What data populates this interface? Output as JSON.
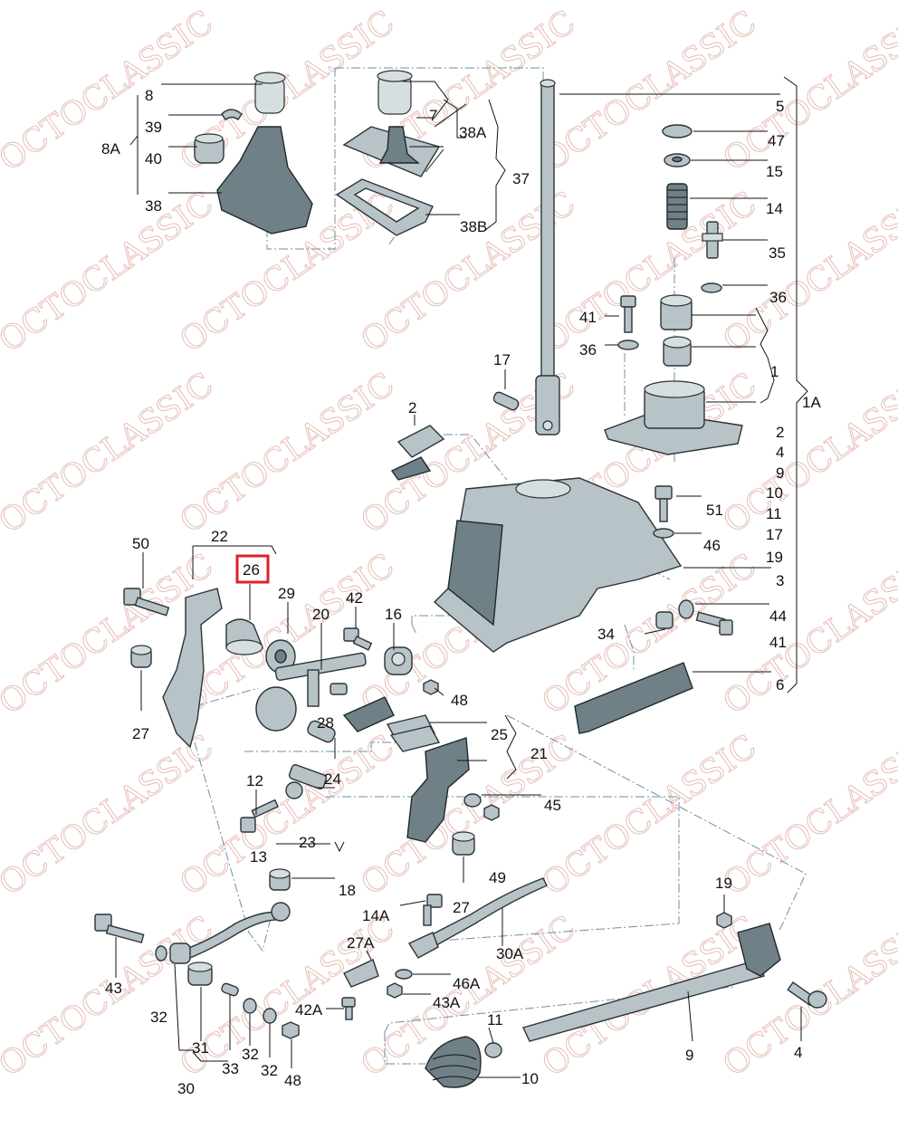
{
  "watermark": "OCTOCLASSIC",
  "highlight_color": "#e0202a",
  "highlighted_label": "26",
  "labels": {
    "l8": "8",
    "l39": "39",
    "l40": "40",
    "l38": "38",
    "l8A": "8A",
    "l7": "7",
    "l38A": "38A",
    "l37": "37",
    "l38B": "38B",
    "l5": "5",
    "l47": "47",
    "l15": "15",
    "l14": "14",
    "l35": "35",
    "l36a": "36",
    "l41a": "41",
    "l36b": "36",
    "l17": "17",
    "l1": "1",
    "l1A": "1A",
    "l2a": "2",
    "list_2": "2",
    "list_4": "4",
    "list_9": "9",
    "list_10": "10",
    "list_11": "11",
    "list_17": "17",
    "list_19": "19",
    "l51": "51",
    "l46": "46",
    "l3": "3",
    "l44": "44",
    "l41b": "41",
    "l34": "34",
    "l6": "6",
    "l50": "50",
    "l22": "22",
    "l26": "26",
    "l29": "29",
    "l20": "20",
    "l42": "42",
    "l16": "16",
    "l48a": "48",
    "l27a": "27",
    "l28": "28",
    "l25": "25",
    "l21": "21",
    "l24": "24",
    "l12": "12",
    "l45": "45",
    "l23": "23",
    "l13": "13",
    "l18": "18",
    "l49": "49",
    "l27b": "27",
    "l14A": "14A",
    "l30A": "30A",
    "l27A": "27A",
    "l46A": "46A",
    "l43A": "43A",
    "l43": "43",
    "l32a": "32",
    "l31": "31",
    "l33": "33",
    "l32b": "32",
    "l32c": "32",
    "l30": "30",
    "l42A": "42A",
    "l48b": "48",
    "l11": "11",
    "l10": "10",
    "l9": "9",
    "l19b": "19",
    "l4": "4"
  }
}
